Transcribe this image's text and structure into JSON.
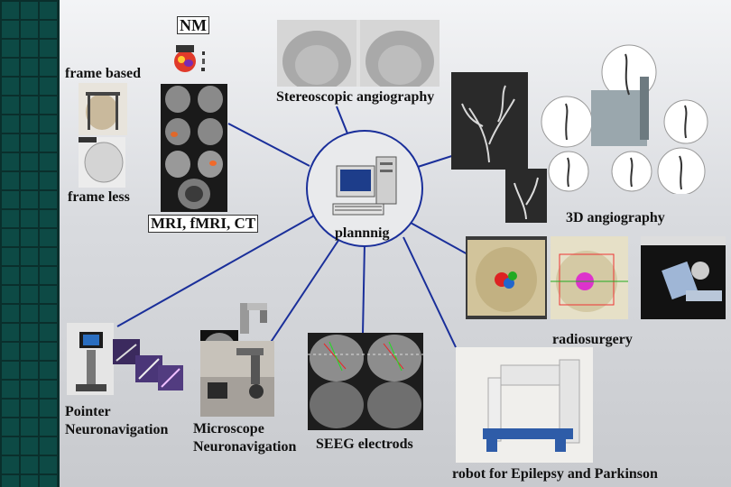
{
  "hub": {
    "label": "plannnig"
  },
  "labels": {
    "nm": "NM",
    "frame_based": "frame based",
    "frame_less": "frame less",
    "mri": "MRI, fMRI, CT",
    "stereo": "Stereoscopic angiography",
    "angio3d": "3D angiography",
    "radiosurgery": "radiosurgery",
    "pointer_line1": "Pointer",
    "pointer_line2": "Neuronavigation",
    "micro_line1": "Microscope",
    "micro_line2": "Neuronavigation",
    "seeg": "SEEG electrods",
    "robot": "robot for Epilepsy and Parkinson"
  },
  "colors": {
    "connector": "#1a2f9a",
    "sidebar": "#0d4a45"
  }
}
